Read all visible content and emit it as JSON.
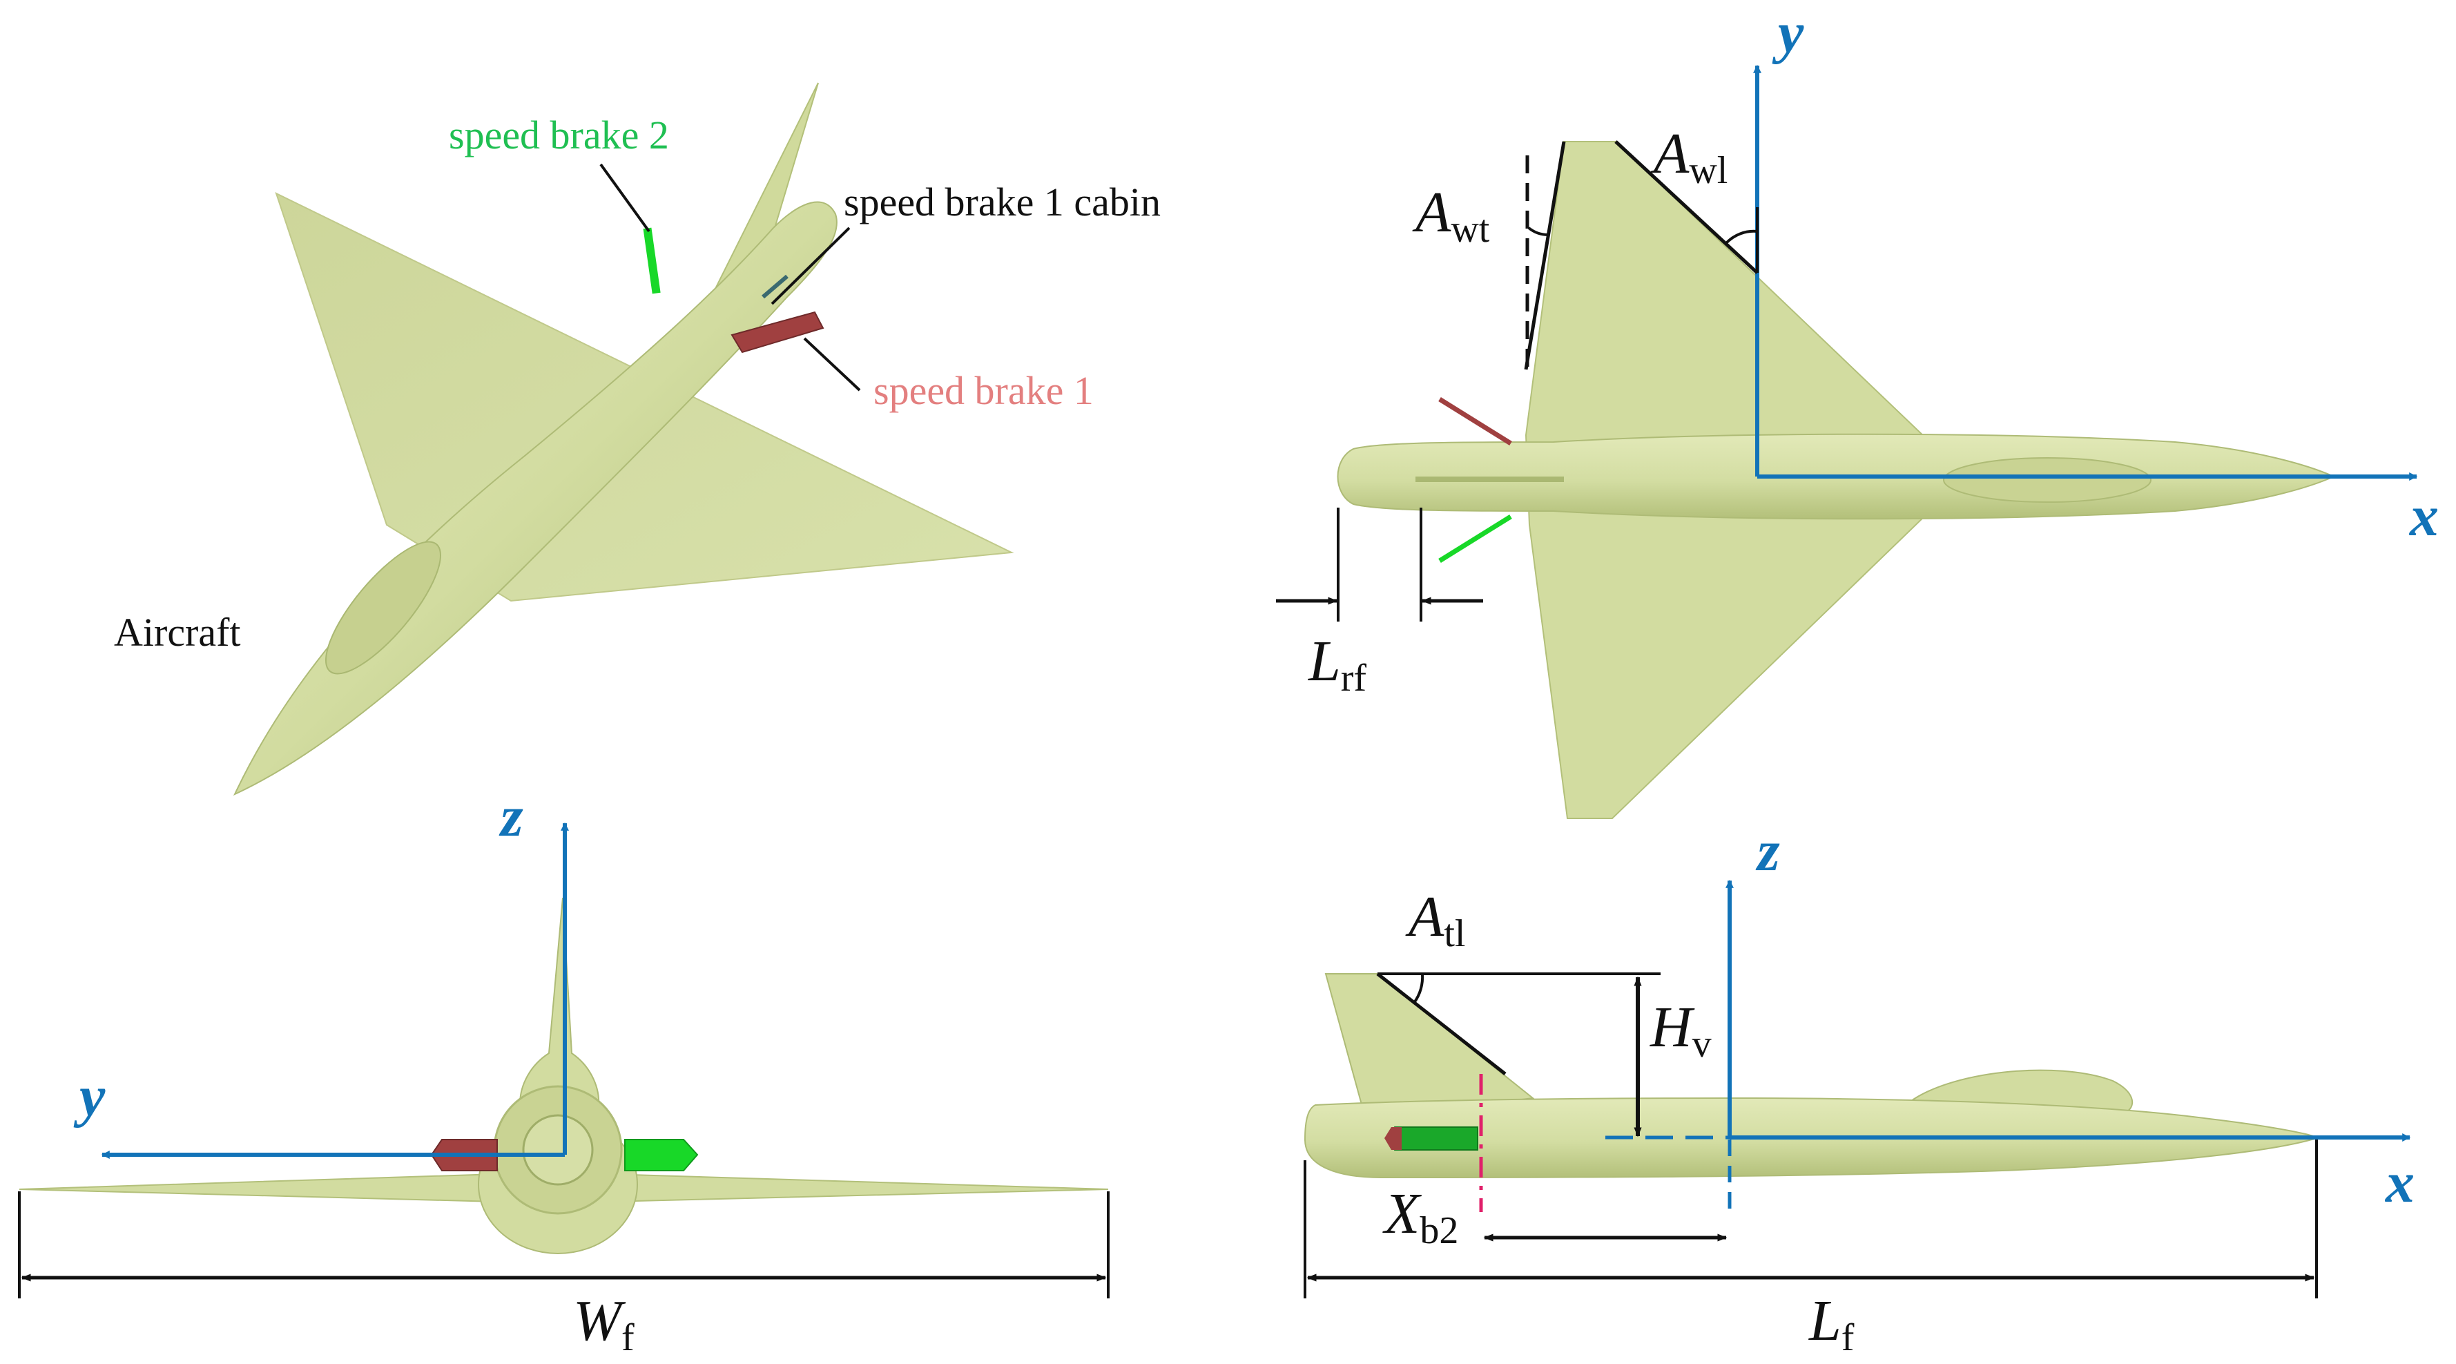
{
  "colors": {
    "body": "#d2dca0",
    "body_shade": "#b8c47e",
    "axis": "#1273b8",
    "brake1": "#a04040",
    "brake2": "#18d828",
    "brake1_label": "#e37f7f",
    "brake2_label": "#1fbf52",
    "dashed_pink": "#e0206a",
    "ink": "#111111"
  },
  "labels": {
    "speed_brake_2": "speed brake 2",
    "speed_brake_1_cabin": "speed brake 1 cabin",
    "speed_brake_1": "speed brake 1",
    "aircraft": "Aircraft"
  },
  "axes": {
    "x": "x",
    "y": "y",
    "z": "z"
  },
  "symbols": {
    "A_wl": {
      "main": "A",
      "sub": "wl"
    },
    "A_wt": {
      "main": "A",
      "sub": "wt"
    },
    "L_rf": {
      "main": "L",
      "sub": "rf"
    },
    "A_tl": {
      "main": "A",
      "sub": "tl"
    },
    "H_v": {
      "main": "H",
      "sub": "v"
    },
    "X_b2": {
      "main": "X",
      "sub": "b2"
    },
    "W_f": {
      "main": "W",
      "sub": "f"
    },
    "L_f": {
      "main": "L",
      "sub": "f"
    }
  }
}
